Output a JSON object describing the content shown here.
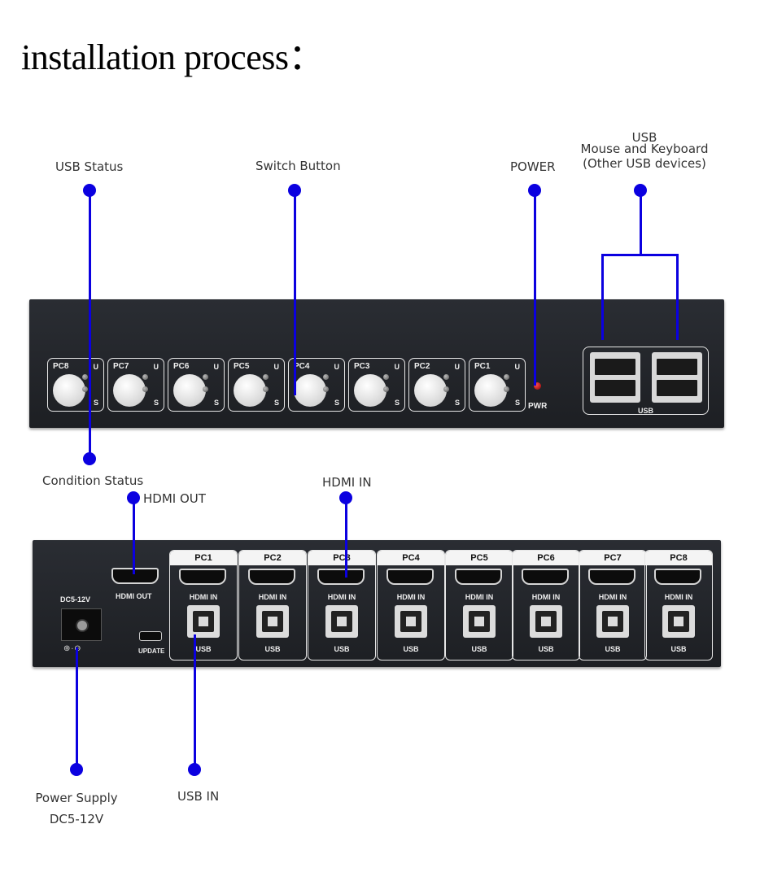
{
  "title": "installation process：",
  "callouts": {
    "usb_status": "USB Status",
    "switch_button": "Switch Button",
    "power": "POWER",
    "usb_hub_line1": "USB",
    "usb_hub_line2": "Mouse and Keyboard",
    "usb_hub_line3": "(Other USB devices)",
    "condition_status": "Condition Status",
    "hdmi_out": "HDMI OUT",
    "hdmi_in": "HDMI IN",
    "power_supply_line1": "Power Supply",
    "power_supply_line2": "DC5-12V",
    "usb_in": "USB IN"
  },
  "front_panel": {
    "channels": [
      "PC8",
      "PC7",
      "PC6",
      "PC5",
      "PC4",
      "PC3",
      "PC2",
      "PC1"
    ],
    "led_u": "U",
    "led_s": "S",
    "pwr_label": "PWR",
    "usb_label": "USB",
    "colors": {
      "callout": "#0b00e0",
      "pwr_led": "#e01010"
    }
  },
  "rear_panel": {
    "dc_label": "DC5-12V",
    "dc_symbol": "⊕∙⊖",
    "hdmi_out_label": "HDMI OUT",
    "update_label": "UPDATE",
    "inputs": [
      "PC1",
      "PC2",
      "PC3",
      "PC4",
      "PC5",
      "PC6",
      "PC7",
      "PC8"
    ],
    "hdmi_in_label": "HDMI IN",
    "usb_label": "USB"
  }
}
